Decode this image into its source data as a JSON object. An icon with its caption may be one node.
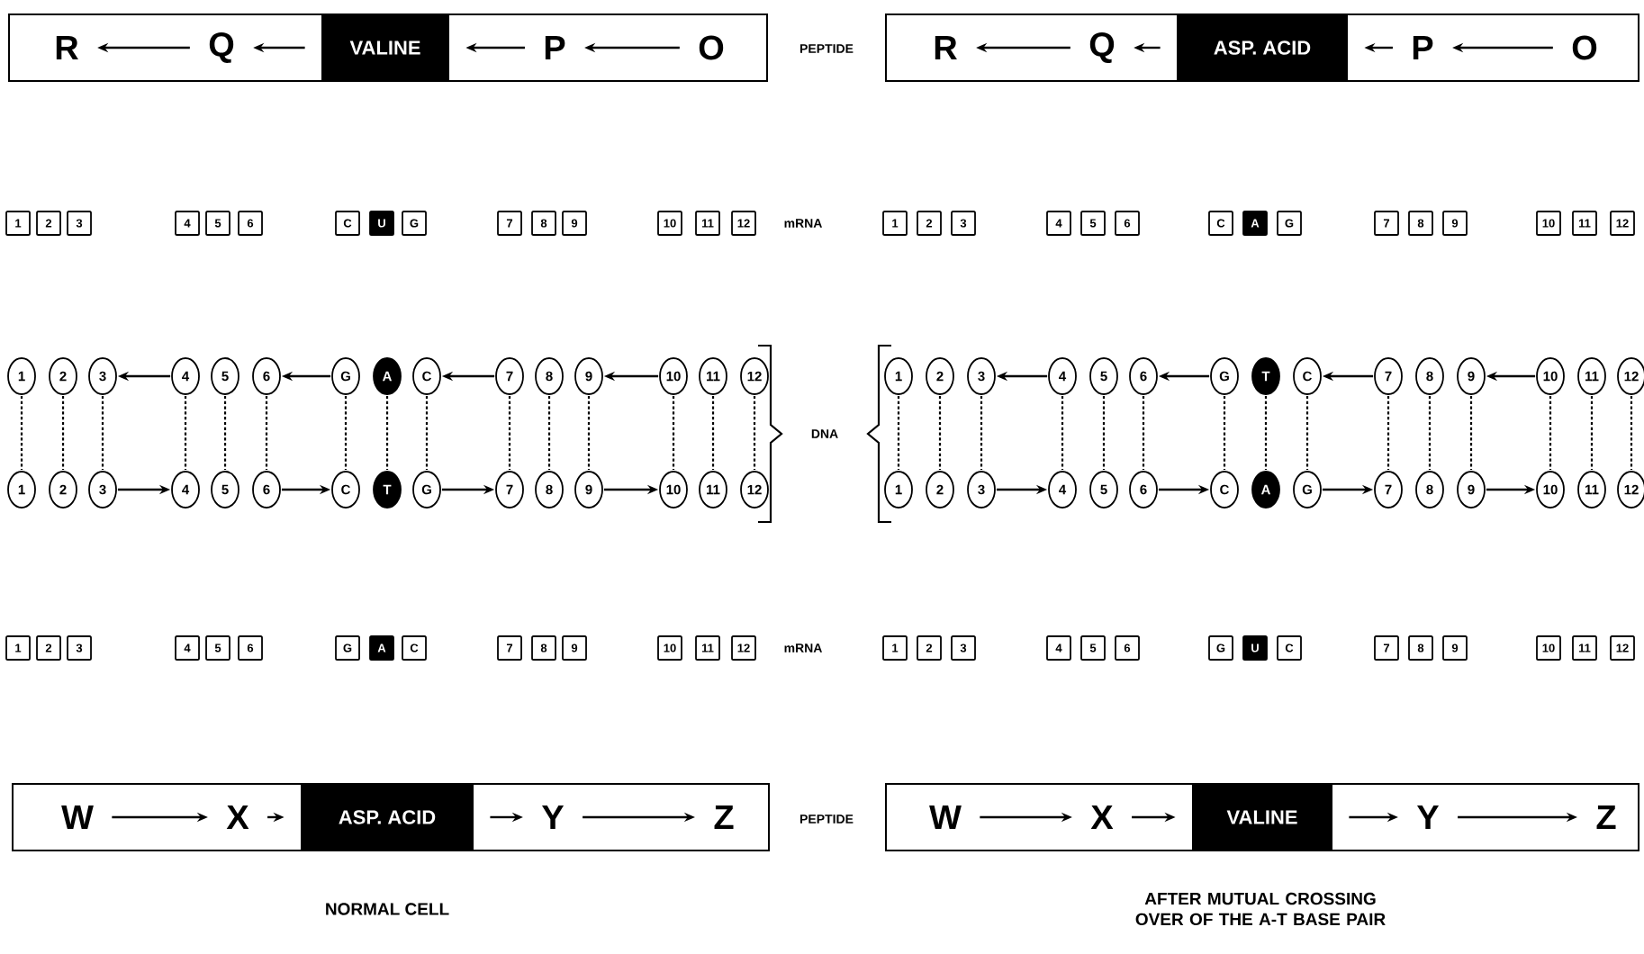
{
  "diagram": {
    "nodes": [
      {
        "text": [],
        "shape": "box"
      },
      {
        "text": [
          "R"
        ],
        "in": 0
      },
      {
        "text": [
          "Q"
        ],
        "in": 0
      },
      {
        "text": [
          "VALINE"
        ],
        "in": 0
      },
      {
        "text": [
          "P"
        ],
        "in": 0
      },
      {
        "text": [
          "O"
        ],
        "in": 0
      },
      {
        "text": [],
        "shape": "box"
      },
      {
        "text": [
          "R"
        ],
        "in": 6
      },
      {
        "text": [
          "Q"
        ],
        "in": 6
      },
      {
        "text": [
          "ASP. ACID"
        ],
        "in": 6
      },
      {
        "text": [
          "P"
        ],
        "in": 6
      },
      {
        "text": [
          "O"
        ],
        "in": 6
      },
      {
        "text": [
          "1"
        ]
      },
      {
        "text": [
          "2"
        ]
      },
      {
        "text": [
          "3"
        ]
      },
      {
        "text": [
          "4"
        ]
      },
      {
        "text": [
          "5"
        ]
      },
      {
        "text": [
          "6"
        ]
      },
      {
        "text": [
          "C"
        ]
      },
      {
        "text": [
          "U"
        ]
      },
      {
        "text": [
          "G"
        ]
      },
      {
        "text": [
          "7"
        ]
      },
      {
        "text": [
          "8"
        ]
      },
      {
        "text": [
          "9"
        ]
      },
      {
        "text": [
          "10"
        ]
      },
      {
        "text": [
          "11"
        ]
      },
      {
        "text": [
          "12"
        ]
      },
      {
        "text": [
          "1"
        ]
      },
      {
        "text": [
          "2"
        ]
      },
      {
        "text": [
          "3"
        ]
      },
      {
        "text": [
          "4"
        ]
      },
      {
        "text": [
          "5"
        ]
      },
      {
        "text": [
          "6"
        ]
      },
      {
        "text": [
          "C"
        ]
      },
      {
        "text": [
          "A"
        ]
      },
      {
        "text": [
          "G"
        ]
      },
      {
        "text": [
          "7"
        ]
      },
      {
        "text": [
          "8"
        ]
      },
      {
        "text": [
          "9"
        ]
      },
      {
        "text": [
          "10"
        ]
      },
      {
        "text": [
          "11"
        ]
      },
      {
        "text": [
          "12"
        ]
      },
      {
        "text": [
          "1"
        ]
      },
      {
        "text": [
          "2"
        ]
      },
      {
        "text": [
          "3"
        ]
      },
      {
        "text": [
          "4"
        ]
      },
      {
        "text": [
          "5"
        ]
      },
      {
        "text": [
          "6"
        ]
      },
      {
        "text": [
          "G"
        ]
      },
      {
        "text": [
          "A"
        ]
      },
      {
        "text": [
          "C"
        ]
      },
      {
        "text": [
          "7"
        ]
      },
      {
        "text": [
          "8"
        ]
      },
      {
        "text": [
          "9"
        ]
      },
      {
        "text": [
          "10"
        ]
      },
      {
        "text": [
          "11"
        ]
      },
      {
        "text": [
          "12"
        ]
      },
      {
        "text": [
          "1"
        ]
      },
      {
        "text": [
          "2"
        ]
      },
      {
        "text": [
          "3"
        ]
      },
      {
        "text": [
          "4"
        ]
      },
      {
        "text": [
          "5"
        ]
      },
      {
        "text": [
          "6"
        ]
      },
      {
        "text": [
          "G"
        ]
      },
      {
        "text": [
          "T"
        ]
      },
      {
        "text": [
          "C"
        ]
      },
      {
        "text": [
          "7"
        ]
      },
      {
        "text": [
          "8"
        ]
      },
      {
        "text": [
          "9"
        ]
      },
      {
        "text": [
          "10"
        ]
      },
      {
        "text": [
          "11"
        ]
      },
      {
        "text": [
          "12"
        ]
      },
      {
        "text": [
          "1"
        ]
      },
      {
        "text": [
          "2"
        ]
      },
      {
        "text": [
          "3"
        ]
      },
      {
        "text": [
          "4"
        ]
      },
      {
        "text": [
          "5"
        ]
      },
      {
        "text": [
          "6"
        ]
      },
      {
        "text": [
          "C"
        ]
      },
      {
        "text": [
          "T"
        ]
      },
      {
        "text": [
          "G"
        ]
      },
      {
        "text": [
          "7"
        ]
      },
      {
        "text": [
          "8"
        ]
      },
      {
        "text": [
          "9"
        ]
      },
      {
        "text": [
          "10"
        ]
      },
      {
        "text": [
          "11"
        ]
      },
      {
        "text": [
          "12"
        ]
      },
      {
        "text": [
          "1"
        ]
      },
      {
        "text": [
          "2"
        ]
      },
      {
        "text": [
          "3"
        ]
      },
      {
        "text": [
          "4"
        ]
      },
      {
        "text": [
          "5"
        ]
      },
      {
        "text": [
          "6"
        ]
      },
      {
        "text": [
          "C"
        ]
      },
      {
        "text": [
          "A"
        ]
      },
      {
        "text": [
          "G"
        ]
      },
      {
        "text": [
          "7"
        ]
      },
      {
        "text": [
          "8"
        ]
      },
      {
        "text": [
          "9"
        ]
      },
      {
        "text": [
          "10"
        ]
      },
      {
        "text": [
          "11"
        ]
      },
      {
        "text": [
          "12"
        ]
      },
      {
        "text": [
          "1"
        ]
      },
      {
        "text": [
          "2"
        ]
      },
      {
        "text": [
          "3"
        ]
      },
      {
        "text": [
          "4"
        ]
      },
      {
        "text": [
          "5"
        ]
      },
      {
        "text": [
          "6"
        ]
      },
      {
        "text": [
          "G"
        ]
      },
      {
        "text": [
          "A"
        ]
      },
      {
        "text": [
          "C"
        ]
      },
      {
        "text": [
          "7"
        ]
      },
      {
        "text": [
          "8"
        ]
      },
      {
        "text": [
          "9"
        ]
      },
      {
        "text": [
          "10"
        ]
      },
      {
        "text": [
          "11"
        ]
      },
      {
        "text": [
          "12"
        ]
      },
      {
        "text": [
          "1"
        ]
      },
      {
        "text": [
          "2"
        ]
      },
      {
        "text": [
          "3"
        ]
      },
      {
        "text": [
          "4"
        ]
      },
      {
        "text": [
          "5"
        ]
      },
      {
        "text": [
          "6"
        ]
      },
      {
        "text": [
          "G"
        ]
      },
      {
        "text": [
          "U"
        ]
      },
      {
        "text": [
          "C"
        ]
      },
      {
        "text": [
          "7"
        ]
      },
      {
        "text": [
          "8"
        ]
      },
      {
        "text": [
          "9"
        ]
      },
      {
        "text": [
          "10"
        ]
      },
      {
        "text": [
          "11"
        ]
      },
      {
        "text": [
          "12"
        ]
      },
      {
        "text": [],
        "shape": "box"
      },
      {
        "text": [
          "W"
        ],
        "in": 132
      },
      {
        "text": [
          "X"
        ],
        "in": 132
      },
      {
        "text": [
          "ASP. ACID"
        ],
        "in": 132
      },
      {
        "text": [
          "Y"
        ],
        "in": 132
      },
      {
        "text": [
          "Z"
        ],
        "in": 132
      },
      {
        "text": [],
        "shape": "box"
      },
      {
        "text": [
          "W"
        ],
        "in": 138
      },
      {
        "text": [
          "X"
        ],
        "in": 138
      },
      {
        "text": [
          "VALINE"
        ],
        "in": 138
      },
      {
        "text": [
          "Y"
        ],
        "in": 138
      },
      {
        "text": [
          "Z"
        ],
        "in": 138
      }
    ],
    "edges": [
      {
        "from": 5,
        "to": 4,
        "arrow": "to"
      },
      {
        "from": 4,
        "to": 3,
        "arrow": "to"
      },
      {
        "from": 3,
        "to": 2,
        "arrow": "to"
      },
      {
        "from": 2,
        "to": 1,
        "arrow": "to"
      },
      {
        "from": 11,
        "to": 10,
        "arrow": "to"
      },
      {
        "from": 10,
        "to": 9,
        "arrow": "to"
      },
      {
        "from": 9,
        "to": 8,
        "arrow": "to"
      },
      {
        "from": 8,
        "to": 7,
        "arrow": "to"
      },
      {
        "from": 45,
        "to": 44,
        "arrow": "to"
      },
      {
        "from": 48,
        "to": 47,
        "arrow": "to"
      },
      {
        "from": 51,
        "to": 50,
        "arrow": "to"
      },
      {
        "from": 54,
        "to": 53,
        "arrow": "to"
      },
      {
        "from": 60,
        "to": 59,
        "arrow": "to"
      },
      {
        "from": 63,
        "to": 62,
        "arrow": "to"
      },
      {
        "from": 66,
        "to": 65,
        "arrow": "to"
      },
      {
        "from": 69,
        "to": 68,
        "arrow": "to"
      },
      {
        "from": 74,
        "to": 75,
        "arrow": "to"
      },
      {
        "from": 77,
        "to": 78,
        "arrow": "to"
      },
      {
        "from": 80,
        "to": 81,
        "arrow": "to"
      },
      {
        "from": 83,
        "to": 84,
        "arrow": "to"
      },
      {
        "from": 89,
        "to": 90,
        "arrow": "to"
      },
      {
        "from": 92,
        "to": 93,
        "arrow": "to"
      },
      {
        "from": 95,
        "to": 96,
        "arrow": "to"
      },
      {
        "from": 98,
        "to": 99,
        "arrow": "to"
      },
      {
        "from": 42,
        "to": 72,
        "arrow": "none",
        "style": "dashed"
      },
      {
        "from": 43,
        "to": 73,
        "arrow": "none",
        "style": "dashed"
      },
      {
        "from": 44,
        "to": 74,
        "arrow": "none",
        "style": "dashed"
      },
      {
        "from": 45,
        "to": 75,
        "arrow": "none",
        "style": "dashed"
      },
      {
        "from": 46,
        "to": 76,
        "arrow": "none",
        "style": "dashed"
      },
      {
        "from": 47,
        "to": 77,
        "arrow": "none",
        "style": "dashed"
      },
      {
        "from": 48,
        "to": 78,
        "arrow": "none",
        "style": "dashed"
      },
      {
        "from": 49,
        "to": 79,
        "arrow": "none",
        "style": "dashed"
      },
      {
        "from": 50,
        "to": 80,
        "arrow": "none",
        "style": "dashed"
      },
      {
        "from": 51,
        "to": 81,
        "arrow": "none",
        "style": "dashed"
      },
      {
        "from": 52,
        "to": 82,
        "arrow": "none",
        "style": "dashed"
      },
      {
        "from": 53,
        "to": 83,
        "arrow": "none",
        "style": "dashed"
      },
      {
        "from": 54,
        "to": 84,
        "arrow": "none",
        "style": "dashed"
      },
      {
        "from": 55,
        "to": 85,
        "arrow": "none",
        "style": "dashed"
      },
      {
        "from": 56,
        "to": 86,
        "arrow": "none",
        "style": "dashed"
      },
      {
        "from": 57,
        "to": 87,
        "arrow": "none",
        "style": "dashed"
      },
      {
        "from": 58,
        "to": 88,
        "arrow": "none",
        "style": "dashed"
      },
      {
        "from": 59,
        "to": 89,
        "arrow": "none",
        "style": "dashed"
      },
      {
        "from": 60,
        "to": 90,
        "arrow": "none",
        "style": "dashed"
      },
      {
        "from": 61,
        "to": 91,
        "arrow": "none",
        "style": "dashed"
      },
      {
        "from": 62,
        "to": 92,
        "arrow": "none",
        "style": "dashed"
      },
      {
        "from": 63,
        "to": 93,
        "arrow": "none",
        "style": "dashed"
      },
      {
        "from": 64,
        "to": 94,
        "arrow": "none",
        "style": "dashed"
      },
      {
        "from": 65,
        "to": 95,
        "arrow": "none",
        "style": "dashed"
      },
      {
        "from": 66,
        "to": 96,
        "arrow": "none",
        "style": "dashed"
      },
      {
        "from": 67,
        "to": 97,
        "arrow": "none",
        "style": "dashed"
      },
      {
        "from": 68,
        "to": 98,
        "arrow": "none",
        "style": "dashed"
      },
      {
        "from": 69,
        "to": 99,
        "arrow": "none",
        "style": "dashed"
      },
      {
        "from": 70,
        "to": 100,
        "arrow": "none",
        "style": "dashed"
      },
      {
        "from": 71,
        "to": 101,
        "arrow": "none",
        "style": "dashed"
      },
      {
        "from": 133,
        "to": 134,
        "arrow": "to"
      },
      {
        "from": 134,
        "to": 135,
        "arrow": "to"
      },
      {
        "from": 135,
        "to": 136,
        "arrow": "to"
      },
      {
        "from": 136,
        "to": 137,
        "arrow": "to"
      },
      {
        "from": 139,
        "to": 140,
        "arrow": "to"
      },
      {
        "from": 140,
        "to": 141,
        "arrow": "to"
      },
      {
        "from": 141,
        "to": 142,
        "arrow": "to"
      },
      {
        "from": 142,
        "to": 143,
        "arrow": "to"
      }
    ],
    "labels": [
      "PEPTIDE",
      "mRNA",
      "DNA",
      "mRNA",
      "PEPTIDE",
      "NORMAL CELL",
      "AFTER MUTUAL CROSSING OVER OF THE A-T BASE PAIR"
    ]
  }
}
